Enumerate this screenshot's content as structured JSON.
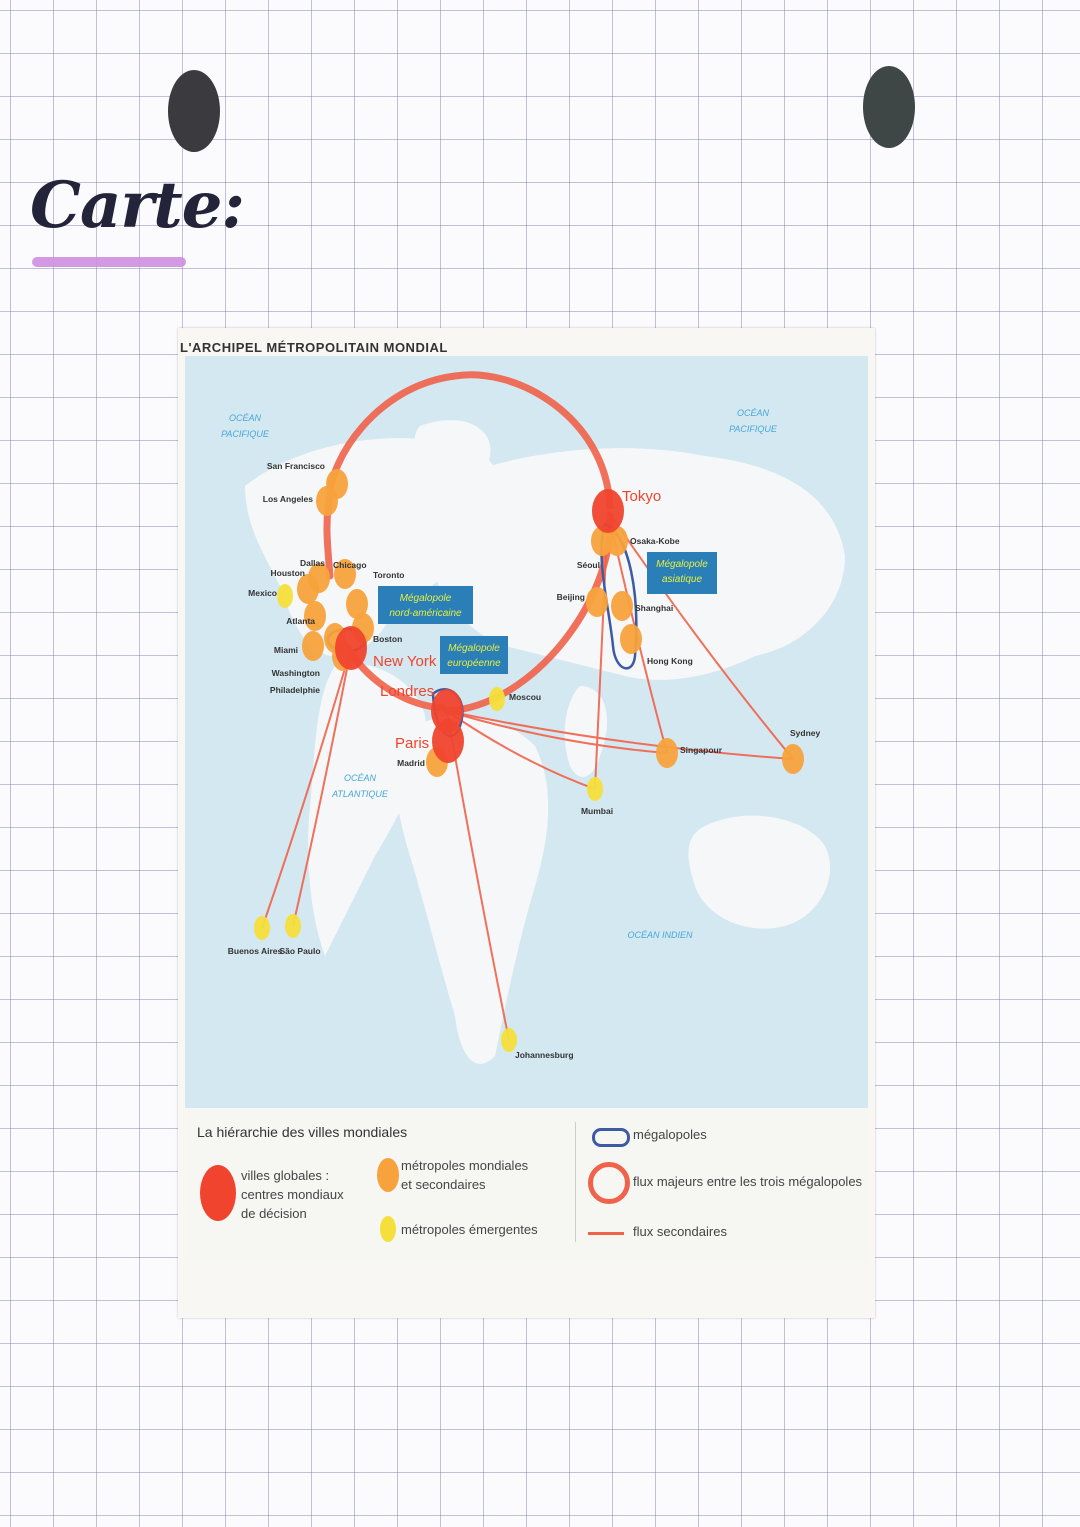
{
  "page": {
    "title": "Carte:"
  },
  "colors": {
    "global": "#f0442e",
    "major": "#f7a23c",
    "emerging": "#f5df3a",
    "flux": "#f0624a",
    "megalopolis": "#3d5aa4",
    "label_bg": "#2b7fb8",
    "label_text": "#e6f03c",
    "ocean_text": "#48a7d6"
  },
  "map": {
    "title": "L'ARCHIPEL MÉTROPOLITAIN MONDIAL",
    "oceans": [
      {
        "id": "pacifique-ouest",
        "lines": [
          "OCÉAN",
          "PACIFIQUE"
        ]
      },
      {
        "id": "pacifique-est",
        "lines": [
          "OCÉAN",
          "PACIFIQUE"
        ]
      },
      {
        "id": "atlantique",
        "lines": [
          "OCÉAN",
          "ATLANTIQUE"
        ]
      },
      {
        "id": "indien",
        "lines": [
          "OCÉAN INDIEN"
        ]
      }
    ],
    "megalopolis_labels": [
      {
        "id": "na",
        "lines": [
          "Mégalopole",
          "nord-américaine"
        ]
      },
      {
        "id": "eu",
        "lines": [
          "Mégalopole",
          "européenne"
        ]
      },
      {
        "id": "as",
        "lines": [
          "Mégalopole",
          "asiatique"
        ]
      }
    ],
    "cities": [
      {
        "id": "tokyo",
        "name": "Tokyo",
        "rank": "global"
      },
      {
        "id": "newyork",
        "name": "New York",
        "rank": "global"
      },
      {
        "id": "londres",
        "name": "Londres",
        "rank": "global"
      },
      {
        "id": "paris",
        "name": "Paris",
        "rank": "global"
      },
      {
        "id": "sanfrancisco",
        "name": "San Francisco",
        "rank": "major"
      },
      {
        "id": "losangeles",
        "name": "Los Angeles",
        "rank": "major"
      },
      {
        "id": "dallas",
        "name": "Dallas",
        "rank": "major"
      },
      {
        "id": "houston",
        "name": "Houston",
        "rank": "major"
      },
      {
        "id": "chicago",
        "name": "Chicago",
        "rank": "major"
      },
      {
        "id": "toronto",
        "name": "Toronto",
        "rank": "major"
      },
      {
        "id": "atlanta",
        "name": "Atlanta",
        "rank": "major"
      },
      {
        "id": "miami",
        "name": "Miami",
        "rank": "major"
      },
      {
        "id": "boston",
        "name": "Boston",
        "rank": "major"
      },
      {
        "id": "washington",
        "name": "Washington",
        "rank": "major"
      },
      {
        "id": "philadelphie",
        "name": "Philadelphie",
        "rank": "major"
      },
      {
        "id": "madrid",
        "name": "Madrid",
        "rank": "major"
      },
      {
        "id": "osakakobe",
        "name": "Osaka-Kobe",
        "rank": "major"
      },
      {
        "id": "seoul",
        "name": "Séoul",
        "rank": "major"
      },
      {
        "id": "beijing",
        "name": "Beijing",
        "rank": "major"
      },
      {
        "id": "shanghai",
        "name": "Shanghai",
        "rank": "major"
      },
      {
        "id": "hongkong",
        "name": "Hong Kong",
        "rank": "major"
      },
      {
        "id": "singapour",
        "name": "Singapour",
        "rank": "major"
      },
      {
        "id": "sydney",
        "name": "Sydney",
        "rank": "major"
      },
      {
        "id": "mexico",
        "name": "Mexico",
        "rank": "emerging"
      },
      {
        "id": "moscou",
        "name": "Moscou",
        "rank": "emerging"
      },
      {
        "id": "mumbai",
        "name": "Mumbai",
        "rank": "emerging"
      },
      {
        "id": "buenosaires",
        "name": "Buenos Aires",
        "rank": "emerging"
      },
      {
        "id": "saopaulo",
        "name": "São Paulo",
        "rank": "emerging"
      },
      {
        "id": "johannesburg",
        "name": "Johannesburg",
        "rank": "emerging"
      }
    ],
    "secondary_flows": [
      [
        "newyork",
        "buenosaires"
      ],
      [
        "newyork",
        "saopaulo"
      ],
      [
        "londres",
        "johannesburg"
      ],
      [
        "londres",
        "mumbai"
      ],
      [
        "londres",
        "singapour"
      ],
      [
        "londres",
        "sydney"
      ],
      [
        "tokyo",
        "sydney"
      ],
      [
        "tokyo",
        "singapour"
      ],
      [
        "tokyo",
        "mumbai"
      ]
    ]
  },
  "legend": {
    "title": "La hiérarchie des villes mondiales",
    "global_lines": [
      "villes globales :",
      "centres mondiaux",
      "de décision"
    ],
    "major_lines": [
      "métropoles mondiales",
      "et secondaires"
    ],
    "emerging": "métropoles émergentes",
    "megalopolis": "mégalopoles",
    "major_flows": "flux majeurs entre les trois mégalopoles",
    "secondary_flows": "flux secondaires"
  }
}
